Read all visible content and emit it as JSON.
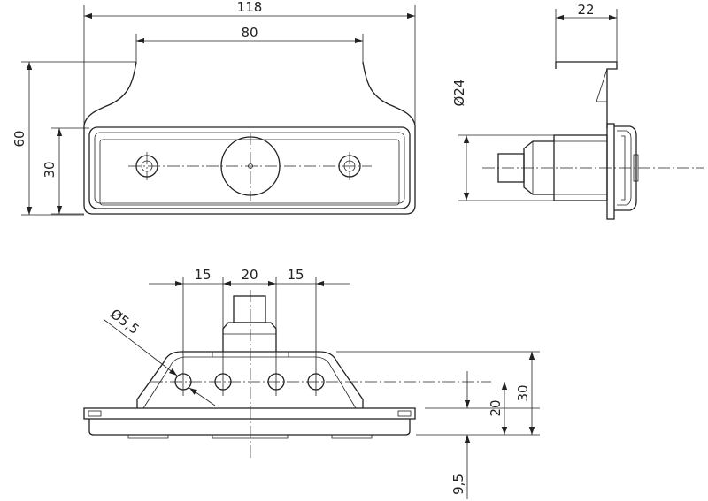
{
  "drawing": {
    "dimensions": {
      "overall_width": "118",
      "top_width": "80",
      "overall_height": "60",
      "lens_height": "30",
      "bracket_depth": "22",
      "diameter_24": "Ø24",
      "hole_spacing_left": "15",
      "hole_spacing_center": "20",
      "hole_spacing_right": "15",
      "hole_diameter": "Ø5,5",
      "height_20": "20",
      "height_30": "30",
      "offset_9_5": "9,5"
    },
    "colors": {
      "line": "#222222",
      "background": "#ffffff"
    }
  }
}
